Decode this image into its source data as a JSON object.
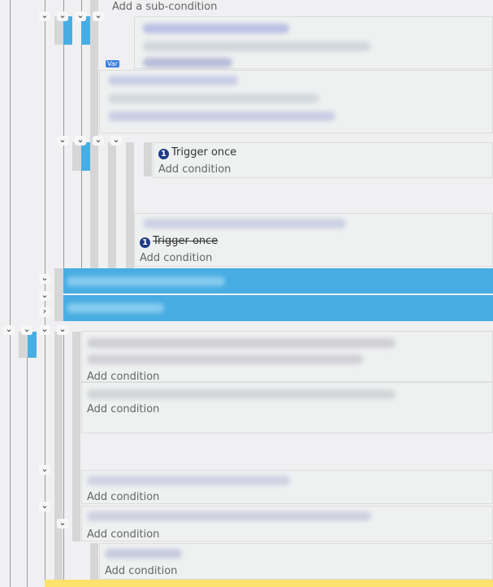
{
  "top": {
    "add_sub_condition": "Add a sub-condition"
  },
  "labels": {
    "var_badge": "Var",
    "trigger_once": "Trigger once",
    "add_condition": "Add condition",
    "trigger_once_number": "1"
  },
  "colors": {
    "selected": "#47ade2",
    "highlight": "#fde26c"
  }
}
